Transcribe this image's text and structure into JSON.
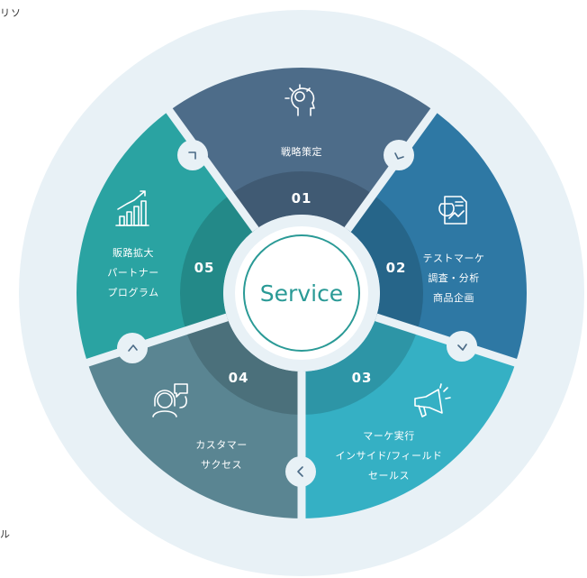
{
  "edge_text": {
    "top": "リソ",
    "bottom": "ル"
  },
  "center": {
    "label": "Service"
  },
  "segments": [
    {
      "number": "01",
      "lines": [
        "戦略策定"
      ],
      "icon": "idea-head-icon",
      "color": "#4d6c89",
      "inner_color": "#405a73"
    },
    {
      "number": "02",
      "lines": [
        "テストマーケ",
        "調査・分析",
        "商品企画"
      ],
      "icon": "report-chart-icon",
      "color": "#2e78a4",
      "inner_color": "#266589"
    },
    {
      "number": "03",
      "lines": [
        "マーケ実行",
        "インサイド/フィールド",
        "セールス"
      ],
      "icon": "megaphone-icon",
      "color": "#35b0c4",
      "inner_color": "#2d95a6"
    },
    {
      "number": "04",
      "lines": [
        "カスタマー",
        "サクセス"
      ],
      "icon": "customer-support-icon",
      "color": "#5a8592",
      "inner_color": "#4b707b"
    },
    {
      "number": "05",
      "lines": [
        "販路拡大",
        "パートナー",
        "プログラム"
      ],
      "icon": "growth-chart-icon",
      "color": "#2aa3a2",
      "inner_color": "#238988"
    }
  ],
  "arrows": [
    {
      "icon": "arrow-icon"
    },
    {
      "icon": "arrow-icon"
    },
    {
      "icon": "arrow-icon"
    },
    {
      "icon": "arrow-icon"
    },
    {
      "icon": "arrow-icon"
    }
  ],
  "colors": {
    "outer_ring": "#e8f1f6",
    "center_fill": "#ffffff",
    "center_text": "#2a9a96"
  }
}
